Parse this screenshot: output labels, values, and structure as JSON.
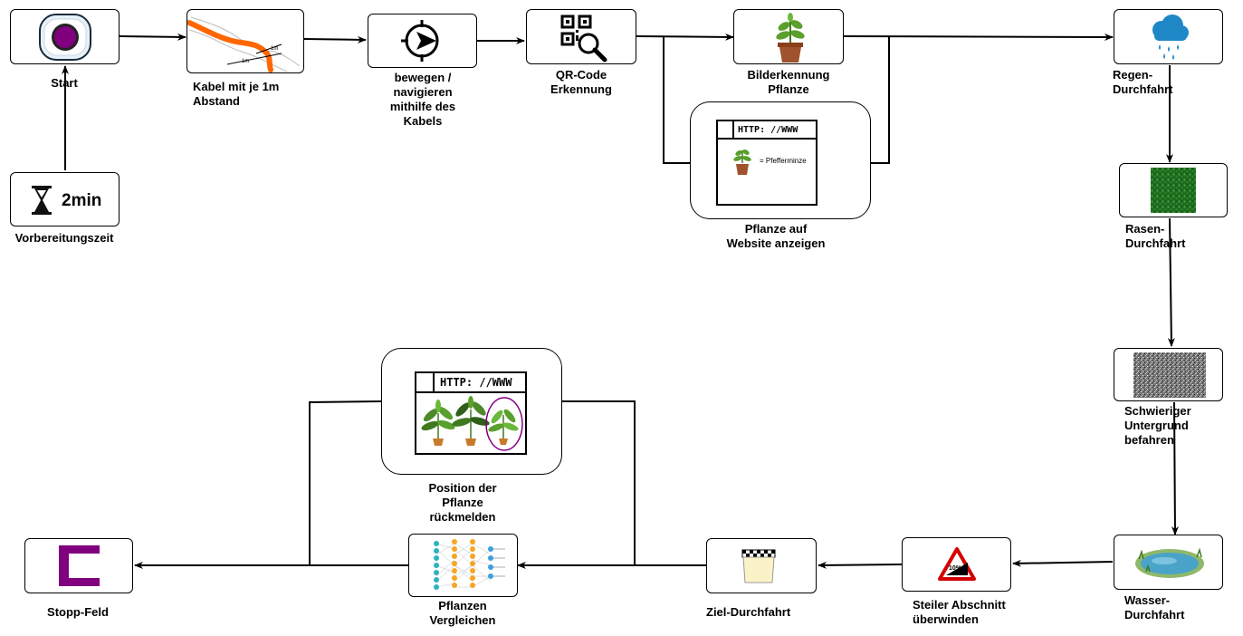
{
  "colors": {
    "stroke": "#000000",
    "start_dot": "#800080",
    "stop_c": "#800080",
    "cable": "#ff6600",
    "plant_green": "#5aa02c",
    "pot": "#a0522d",
    "rain_cloud": "#1e88c7",
    "grass": "#1f6b1f",
    "gravel": "#7a7a7a",
    "water": "#4aa3c8",
    "finish_fill": "#fbf3c8",
    "match_circle": "#800080"
  },
  "nodes": {
    "start": {
      "label": "Start",
      "icon": "record-button-icon"
    },
    "prep_time": {
      "label": "Vorbereitungszeit",
      "value": "2min",
      "icon": "hourglass-icon"
    },
    "cable": {
      "label": "Kabel mit je 1m\nAbstand",
      "icon": "cable-map-icon",
      "marks": [
        "1m",
        "1m"
      ]
    },
    "navigate": {
      "label": "bewegen /\nnavigieren\nmithilfe des\nKabels",
      "icon": "navigation-target-icon"
    },
    "qr": {
      "label": "QR-Code\nErkennung",
      "icon": "qr-scan-icon"
    },
    "plant_recognition": {
      "label": "Bilderkennung\nPflanze",
      "icon": "potted-plant-icon"
    },
    "website": {
      "label": "Pflanze auf\nWebsite anzeigen",
      "url": "HTTP: //WWW",
      "plant_text": "= Pfefferminze",
      "icon": "browser-window-icon"
    },
    "rain": {
      "label": "Regen-\nDurchfahrt",
      "icon": "rain-cloud-icon"
    },
    "grass": {
      "label": "Rasen-\nDurchfahrt",
      "icon": "grass-texture-icon"
    },
    "rough": {
      "label": "Schwieriger\nUntergrund\nbefahren",
      "icon": "gravel-texture-icon"
    },
    "water": {
      "label": "Wasser-\nDurchfahrt",
      "icon": "pond-icon"
    },
    "steep": {
      "label": "Steiler Abschnitt\nüberwinden",
      "icon": "steep-grade-sign-icon",
      "sign_text": "10%"
    },
    "finish": {
      "label": "Ziel-Durchfahrt",
      "icon": "finish-flag-icon"
    },
    "compare": {
      "label": "Pflanzen\nVergleichen",
      "icon": "neural-network-icon"
    },
    "report": {
      "label": "Position der\nPflanze\nrückmelden",
      "url": "HTTP: //WWW",
      "icon": "browser-plants-icon"
    },
    "stop": {
      "label": "Stopp-Feld",
      "icon": "stop-field-icon"
    }
  }
}
